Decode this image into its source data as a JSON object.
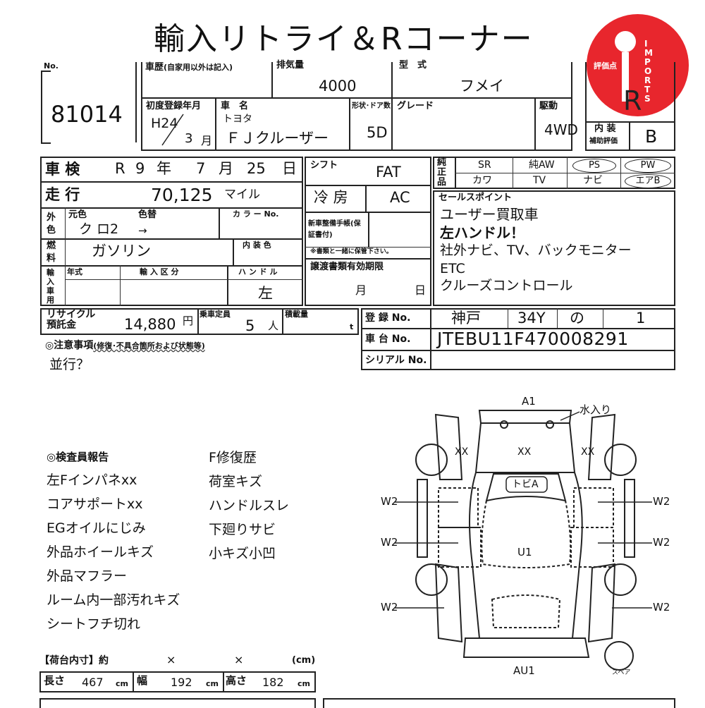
{
  "title": "輸入リトライ＆Rコーナー",
  "logo": {
    "text": "IMPORTS",
    "color": "#e8262d"
  },
  "no_label": "No.",
  "lot_no": "81014",
  "history_label": "車歴",
  "history_note": "(自家用以外は記入)",
  "displacement_label": "排気量",
  "displacement": "4000",
  "model_label": "型　式",
  "model": "フメイ",
  "score_label": "評価点",
  "score": "R",
  "first_reg_label": "初度登録年月",
  "first_reg_year": "H24",
  "first_reg_month": "3",
  "month_unit": "月",
  "car_name_label": "車　名",
  "maker": "トヨタ",
  "car_name": "ＦＪクルーザー",
  "door_label": "形状･ドア数",
  "doors": "5D",
  "grade_label": "グレード",
  "drive_label": "駆動",
  "drive": "4WD",
  "interior_label": "内 装",
  "interior_sub": "補助評価",
  "interior_score": "B",
  "inspection_label": "車 検",
  "inspection_era": "R",
  "inspection_year": "9",
  "year_unit": "年",
  "inspection_month": "7",
  "inspection_day": "25",
  "day_unit": "日",
  "shift_label": "シフト",
  "shift": "FAT",
  "equip_label": "純正品",
  "equipment": [
    "SR",
    "純AW",
    "PS",
    "PW",
    "カワ",
    "TV",
    "ナビ",
    "エアB"
  ],
  "mileage_label": "走 行",
  "mileage": "70,125",
  "mileage_unit": "マイル",
  "ac_label": "冷 房",
  "ac": "AC",
  "color_label": "外色",
  "orig_color_label": "元色",
  "color_change_label": "色替",
  "color": "ク ロ2",
  "color_arrow": "→",
  "color_no_label": "カ ラ ー No.",
  "warranty_label": "新車整備手帳(保証書付)",
  "warranty_note": "※書類と一緒に保管下さい。",
  "sales_label": "セールスポイント",
  "sales_points": [
    "ユーザー買取車",
    "左ハンドル！",
    "社外ナビ、TV、バックモニター",
    "ETC",
    "クルーズコントロール"
  ],
  "fuel_label": "燃料",
  "fuel": "ガソリン",
  "interior_color_label": "内 装 色",
  "import_label": "輸入車用",
  "model_year_label": "年式",
  "import_type_label": "輸 入 区 分",
  "handle_label": "ハ ン ド ル",
  "handle": "左",
  "transfer_label": "譲渡書類有効期限",
  "transfer_month_unit": "月",
  "transfer_day_unit": "日",
  "recycle_label": "リサイクル預託金",
  "recycle_fee": "14,880",
  "yen": "円",
  "capacity_label": "乗車定員",
  "capacity": "5",
  "person_unit": "人",
  "load_label": "積載量",
  "load_unit": "t",
  "reg_label": "登 録 No.",
  "reg_place": "神戸",
  "reg_class": "34Y",
  "reg_kana": "の",
  "reg_num": "1",
  "chassis_label": "車 台 No.",
  "chassis": "JTEBU11F470008291",
  "serial_label": "シリアル No.",
  "notes_label": "◎注意事項",
  "notes_sub": "(修復･不具合箇所および状態等)",
  "notes": "並行？",
  "inspector_label": "◎検査員報告",
  "inspector_col1": [
    "左Fインパネxx",
    "コアサポートxx",
    "EGオイルにじみ",
    "外品ホイールキズ",
    "外品マフラー",
    "ルーム内一部汚れキズ",
    "シートフチ切れ"
  ],
  "inspector_col2": [
    "F修復歴",
    "荷室キズ",
    "ハンドルスレ",
    "下廻りサビ",
    "小キズ小凹"
  ],
  "cargo_label": "【荷台内寸】約",
  "cargo_x": "×",
  "cargo_unit": "(cm)",
  "length_label": "長さ",
  "length": "467",
  "width_label": "幅",
  "width": "192",
  "height_label": "高さ",
  "height": "182",
  "cm": "cm",
  "diagram": {
    "a1": "A1",
    "water": "水入り",
    "xx": "XX",
    "tobi": "トビA",
    "u1": "U1",
    "w2": "W2",
    "au1": "AU1",
    "spare": "スペア"
  }
}
